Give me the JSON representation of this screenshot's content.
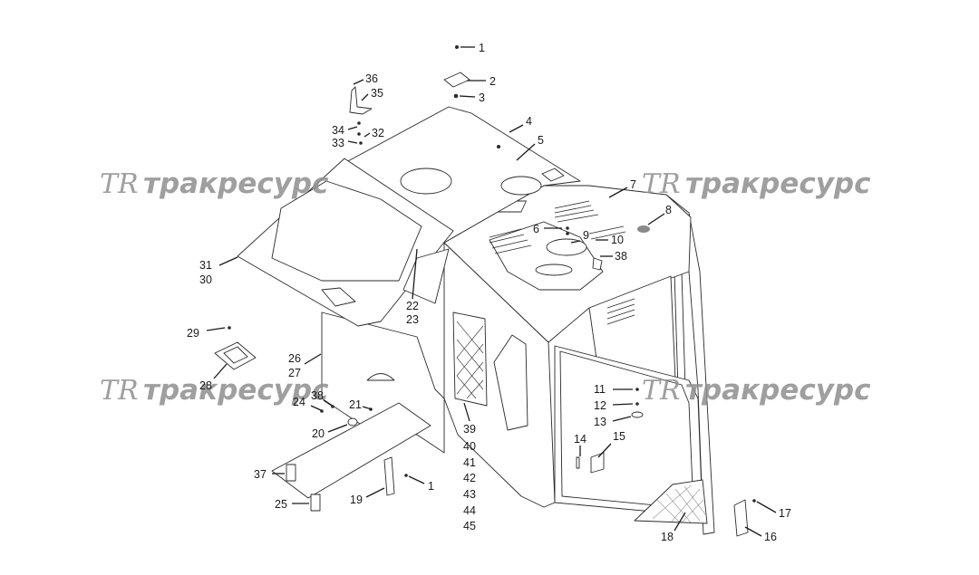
{
  "watermark": {
    "logo": "TR",
    "text": "тракресурс"
  },
  "callouts": [
    {
      "label": "1"
    },
    {
      "label": "2"
    },
    {
      "label": "3"
    },
    {
      "label": "4"
    },
    {
      "label": "5"
    },
    {
      "label": "6"
    },
    {
      "label": "7"
    },
    {
      "label": "8"
    },
    {
      "label": "9"
    },
    {
      "label": "10"
    },
    {
      "label": "38"
    },
    {
      "label": "11"
    },
    {
      "label": "12"
    },
    {
      "label": "13"
    },
    {
      "label": "14"
    },
    {
      "label": "15"
    },
    {
      "label": "16"
    },
    {
      "label": "17"
    },
    {
      "label": "18"
    },
    {
      "label": "19"
    },
    {
      "label": "1"
    },
    {
      "label": "20"
    },
    {
      "label": "21"
    },
    {
      "label": "22"
    },
    {
      "label": "23"
    },
    {
      "label": "24"
    },
    {
      "label": "38"
    },
    {
      "label": "25"
    },
    {
      "label": "26"
    },
    {
      "label": "27"
    },
    {
      "label": "28"
    },
    {
      "label": "29"
    },
    {
      "label": "30"
    },
    {
      "label": "31"
    },
    {
      "label": "32"
    },
    {
      "label": "33"
    },
    {
      "label": "34"
    },
    {
      "label": "35"
    },
    {
      "label": "36"
    },
    {
      "label": "37"
    },
    {
      "label": "39"
    },
    {
      "label": "40"
    },
    {
      "label": "41"
    },
    {
      "label": "42"
    },
    {
      "label": "43"
    },
    {
      "label": "44"
    },
    {
      "label": "45"
    }
  ]
}
